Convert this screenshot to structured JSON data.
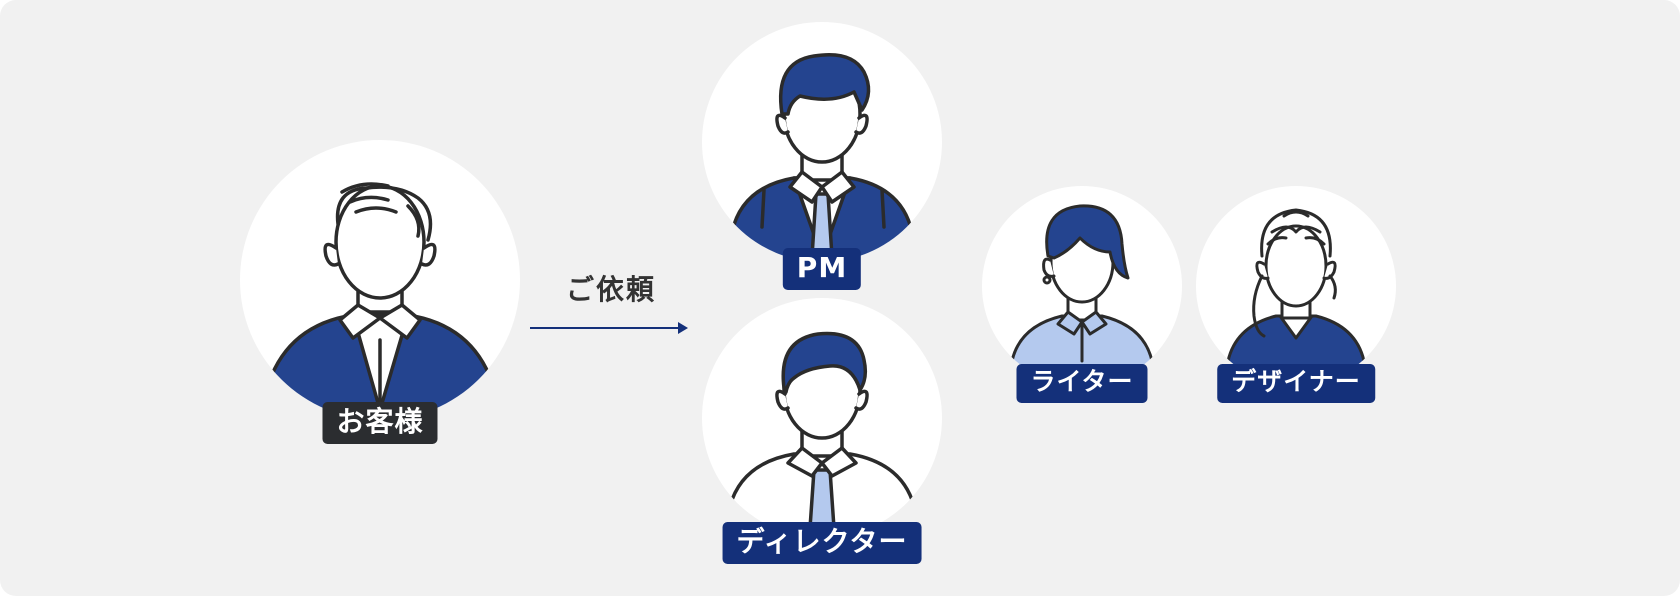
{
  "diagram": {
    "request_label": "ご依頼",
    "people": {
      "customer": {
        "label": "お客様"
      },
      "pm": {
        "label": "PM"
      },
      "director": {
        "label": "ディレクター"
      },
      "writer": {
        "label": "ライター"
      },
      "designer": {
        "label": "デザイナー"
      }
    }
  },
  "colors": {
    "background": "#f1f1f1",
    "circle": "#ffffff",
    "navy": "#14307a",
    "suit": "#24448f",
    "light_blue": "#b4c9ee",
    "outline": "#2b2b2b",
    "customer_label": "#2b2d30"
  }
}
